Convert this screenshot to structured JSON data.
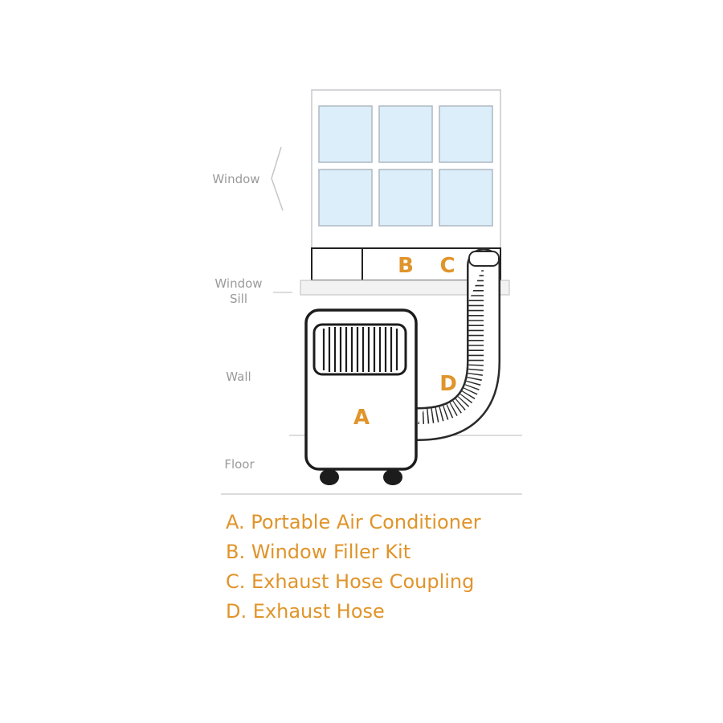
{
  "labels": {
    "window": "Window",
    "sill_line1": "Window",
    "sill_line2": "Sill",
    "wall": "Wall",
    "floor": "Floor"
  },
  "parts": {
    "a": "A",
    "b": "B",
    "c": "C",
    "d": "D"
  },
  "legend": [
    "A. Portable Air Conditioner",
    "B.  Window Filler Kit",
    "C. Exhaust Hose Coupling",
    "D. Exhaust Hose"
  ],
  "colors": {
    "accent": "#e0942a",
    "glass": "#dbeefa",
    "frame_line": "#b9bec3",
    "label_gray": "#9a9a9a"
  }
}
